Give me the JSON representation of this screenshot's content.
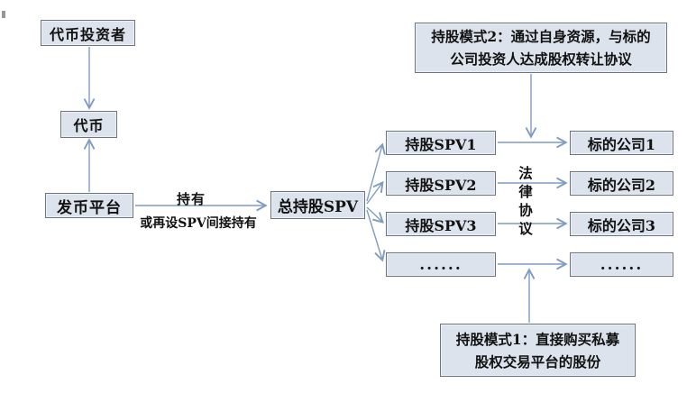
{
  "diagram": {
    "colors": {
      "background": "#ffffff",
      "box_fill": "#dce3ec",
      "box_border": "#6b7581",
      "arrow": "#7e9cc0",
      "text": "#111111"
    },
    "nodes": {
      "token_investor": "代币投资者",
      "token": "代币",
      "issuer_platform": "发币平台",
      "master_spv": "总持股SPV",
      "spv1": "持股SPV1",
      "spv2": "持股SPV2",
      "spv3": "持股SPV3",
      "spv_more": "......",
      "target1": "标的公司1",
      "target2": "标的公司2",
      "target3": "标的公司3",
      "target_more": "......"
    },
    "edge_labels": {
      "hold": "持有",
      "indirect_hold": "或再设SPV间接持有",
      "legal_agreement": "法律协议"
    },
    "annotations": {
      "mode2_line1": "持股模式2：通过自身资源，与标的",
      "mode2_line2": "公司投资人达成股权转让协议",
      "mode1_line1": "持股模式1：直接购买私募",
      "mode1_line2": "股权交易平台的股份"
    }
  }
}
